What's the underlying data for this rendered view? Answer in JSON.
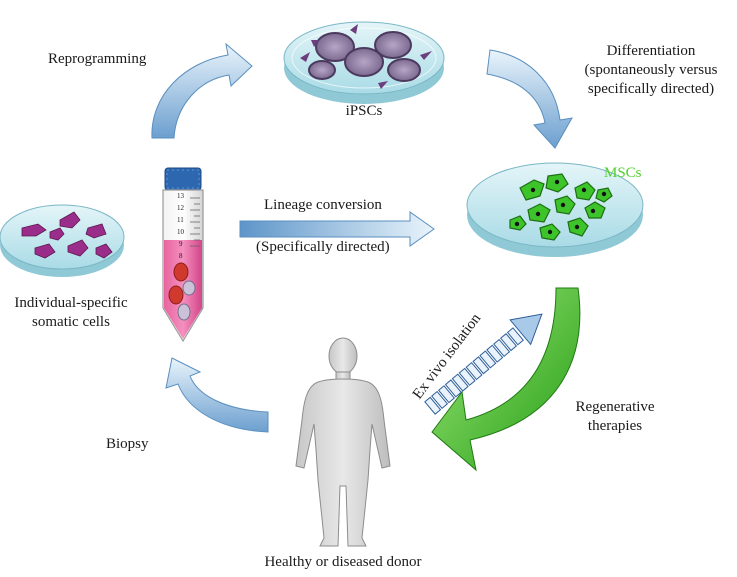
{
  "labels": {
    "reprogramming": "Reprogramming",
    "ipscs": "iPSCs",
    "differentiation": "Differentiation\n(spontaneously versus\nspecifically directed)",
    "mscs": "MSCs",
    "lineage_conversion": "Lineage conversion",
    "specifically_directed": "(Specifically directed)",
    "individual_specific": "Individual-specific\nsomatic cells",
    "ex_vivo": "Ex vivo isolation",
    "regenerative": "Regenerative\ntherapies",
    "biopsy": "Biopsy",
    "donor": "Healthy or diseased donor"
  },
  "tube_scale": [
    "13",
    "12",
    "11",
    "10",
    "9",
    "8"
  ],
  "colors": {
    "dish": "#bfe6ee",
    "arrow_blue": "#9fc8e4",
    "mscs_label": "#4dcf2b",
    "green_arrow": "#35c41c",
    "somatic_cell": "#9b2d8a",
    "tube_cap": "#2d67b0",
    "tube_liquid": "#e0559a"
  }
}
